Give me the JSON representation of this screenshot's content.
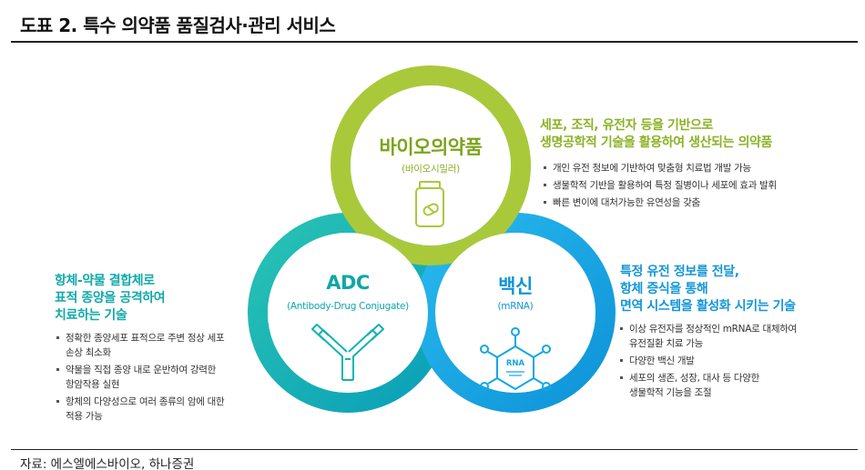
{
  "page": {
    "title": "도표 2. 특수 의약품 품질검사·관리 서비스",
    "source": "자료: 에스엘에스바이오, 하나증권"
  },
  "colors": {
    "bio": "#a9c93b",
    "bio_text": "#7da31c",
    "adc": "#12b3b5",
    "adc_text": "#0ea7a8",
    "vaccine": "#14a6e6",
    "vaccine_text": "#1196d6"
  },
  "bio": {
    "title": "바이오의약품",
    "subtitle": "(바이오시밀러)",
    "icon": "medicine-bottle-icon",
    "heading": [
      "세포, 조직, 유전자 등을 기반으로",
      "생명공학적 기술을 활용하여 생산되는 의약품"
    ],
    "bullets": [
      "개인 유전 정보에 기반하여 맞춤형 치료법 개발 가능",
      "생물학적 기반을 활용하여 특정 질병이나 세포에 효과 발휘",
      "빠른 변이에 대처가능한 유연성을 갖춤"
    ]
  },
  "adc": {
    "title": "ADC",
    "subtitle": "(Antibody-Drug Conjugate)",
    "icon": "antibody-icon",
    "heading": [
      "항체-약물 결합체로",
      "표적 종양을 공격하여",
      "치료하는 기술"
    ],
    "bullets": [
      [
        "정확한 종양세포 표적으로 주변 정상 세포",
        "손상 최소화"
      ],
      [
        "약물을 직접 종양 내로 운반하여 강력한",
        "항암작용 실현"
      ],
      [
        "항체의 다양성으로 여러 종류의 암에 대한",
        "적용 가능"
      ]
    ]
  },
  "vaccine": {
    "title": "백신",
    "subtitle": "(mRNA)",
    "icon": "rna-molecule-icon",
    "icon_label": "RNA",
    "heading": [
      "특정 유전 정보를 전달,",
      "항체 증식을 통해",
      "면역 시스템을 활성화 시키는 기술"
    ],
    "bullets": [
      [
        "이상 유전자를 정상적인 mRNA로 대체하여",
        "유전질환 치료 가능"
      ],
      [
        "다양한 백신 개발"
      ],
      [
        "세포의 생존, 성장, 대사 등 다양한",
        "생물학적 기능을 조절"
      ]
    ]
  }
}
